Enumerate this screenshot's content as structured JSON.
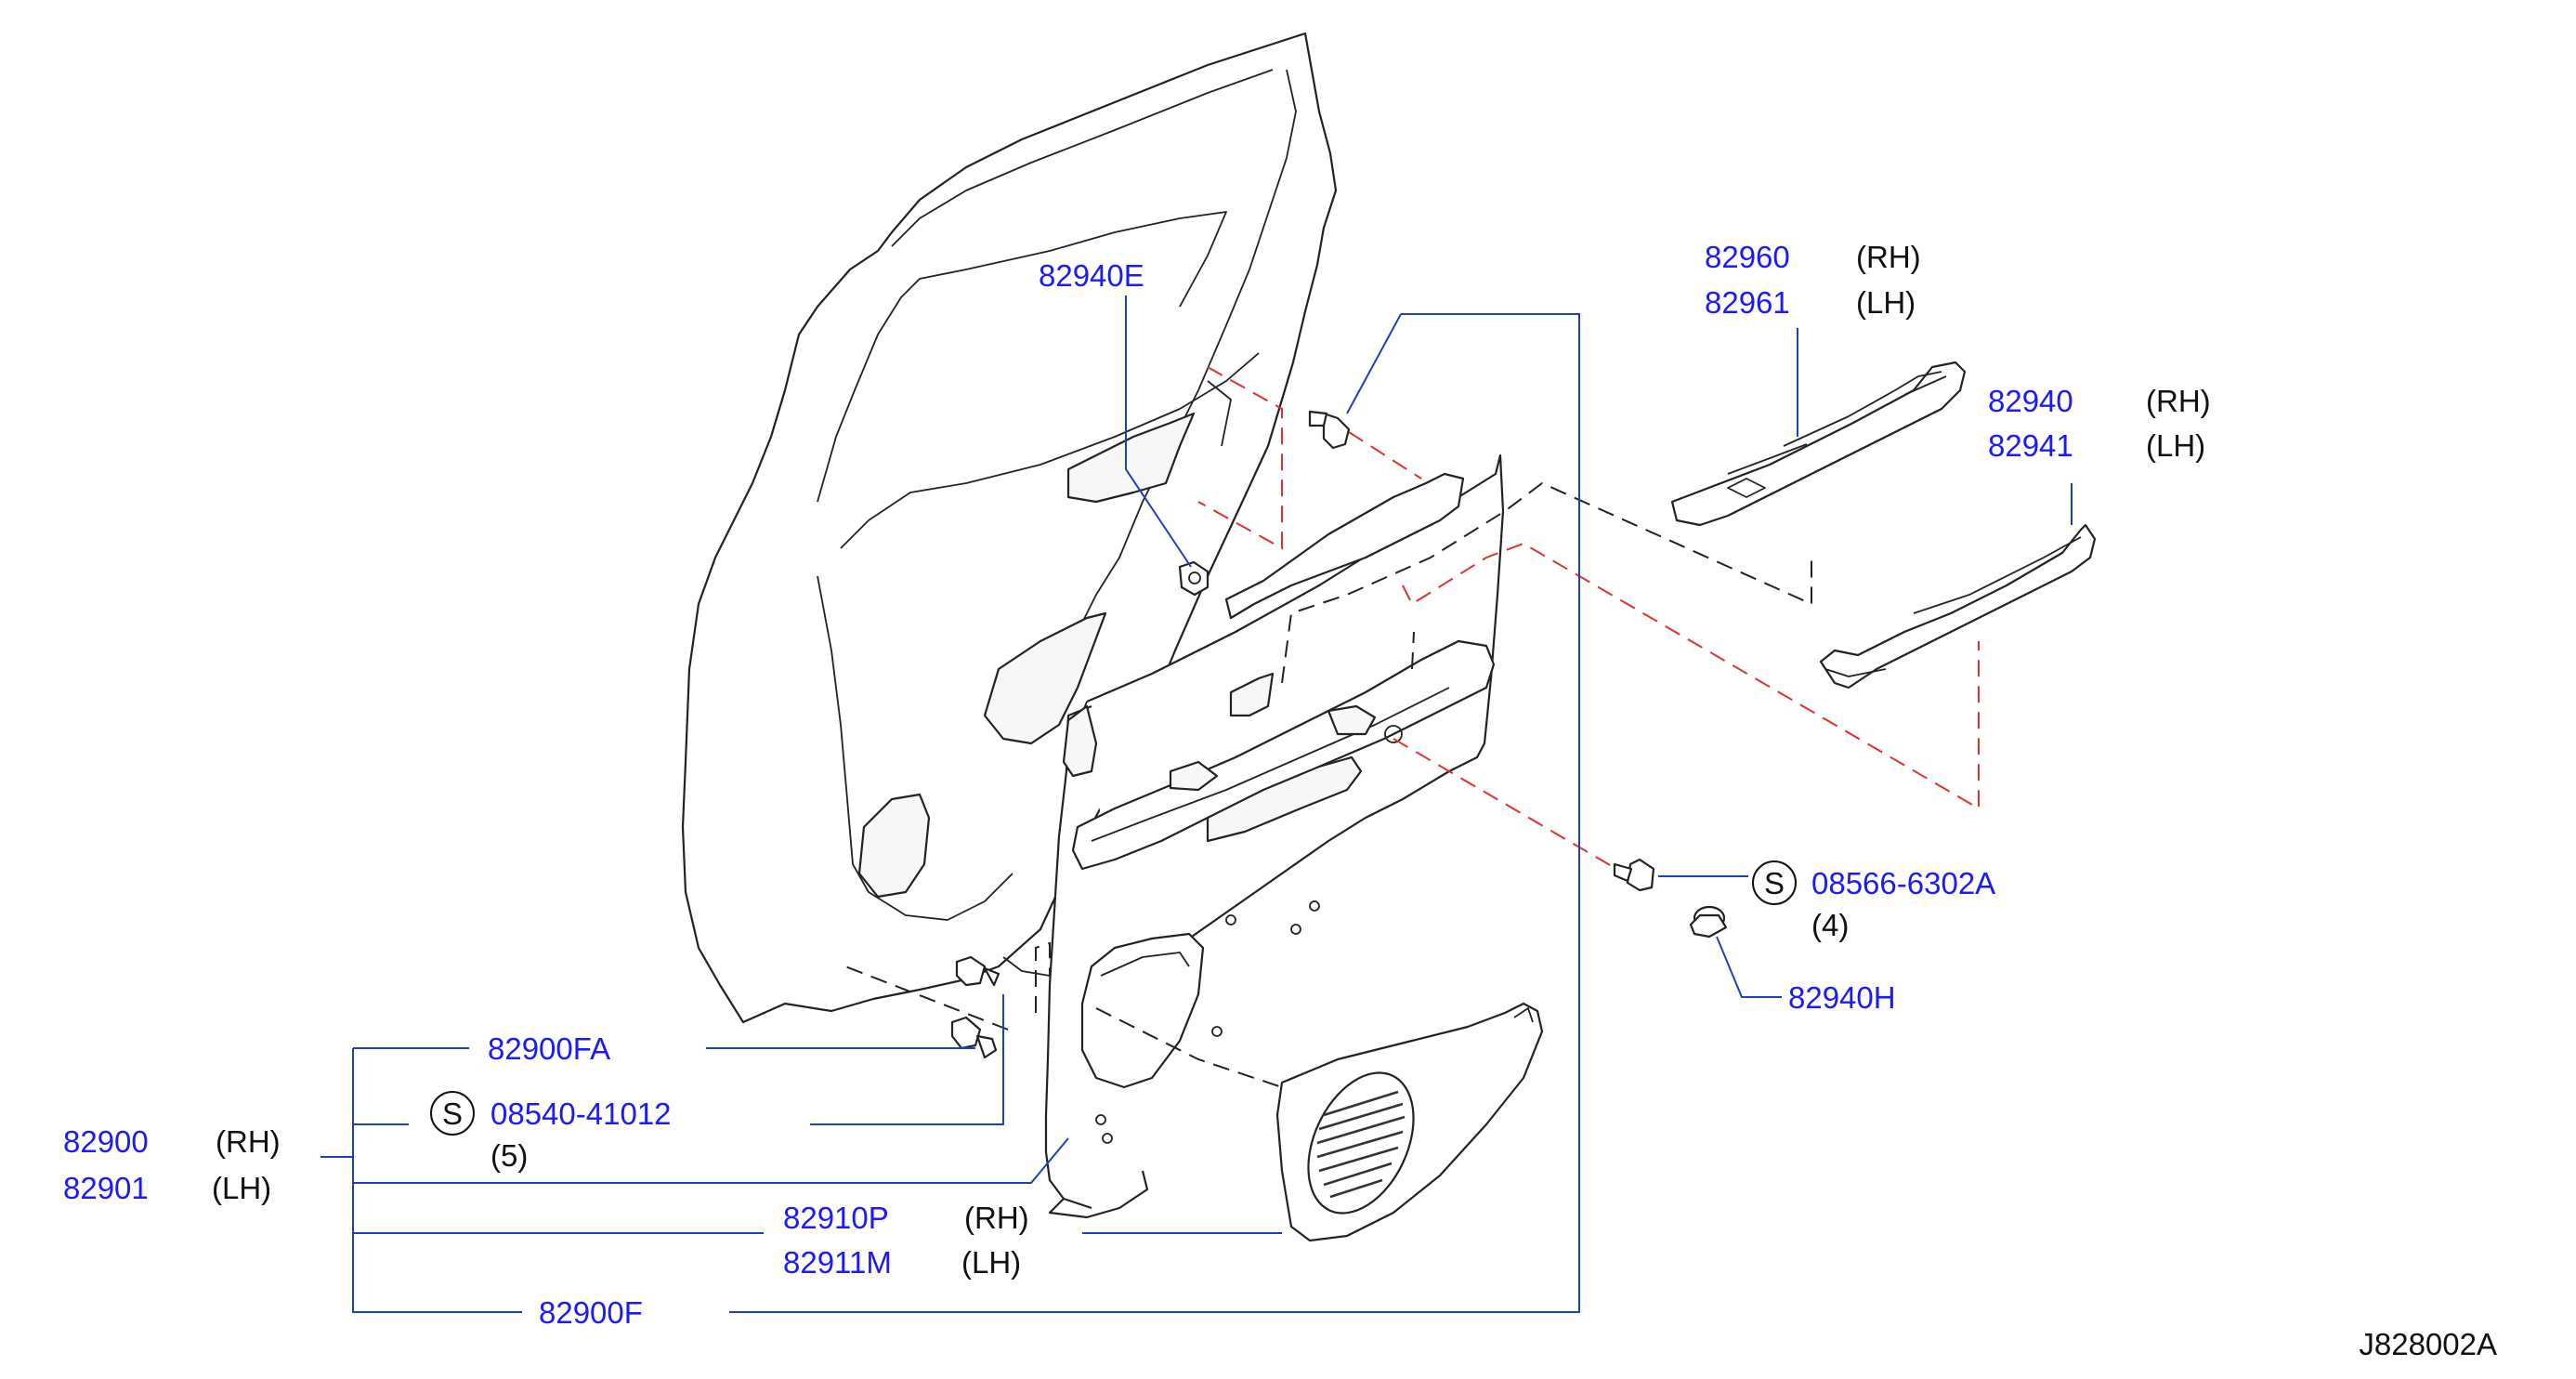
{
  "diagram_id": "J828002A",
  "suffix": {
    "rh": "(RH)",
    "lh": "(LH)"
  },
  "callouts": {
    "clip_e": "82940E",
    "switch_finisher_rh": "82960",
    "switch_finisher_lh": "82961",
    "armrest_rh": "82940",
    "armrest_lh": "82941",
    "screw_a": "08566-6302A",
    "screw_a_symbol": "S",
    "screw_a_qty": "(4)",
    "cap_h": "82940H",
    "clip_fa": "82900FA",
    "screw_b": "08540-41012",
    "screw_b_symbol": "S",
    "screw_b_qty": "(5)",
    "door_trim_rh": "82900",
    "door_trim_lh": "82901",
    "speaker_grille_rh": "82910P",
    "speaker_grille_lh": "82911M",
    "clip_f": "82900F"
  },
  "colors": {
    "part_number": "#1a1aff",
    "leader": "#1f3fbf",
    "outline": "#222222",
    "hidden_line_red": "#e03030"
  }
}
